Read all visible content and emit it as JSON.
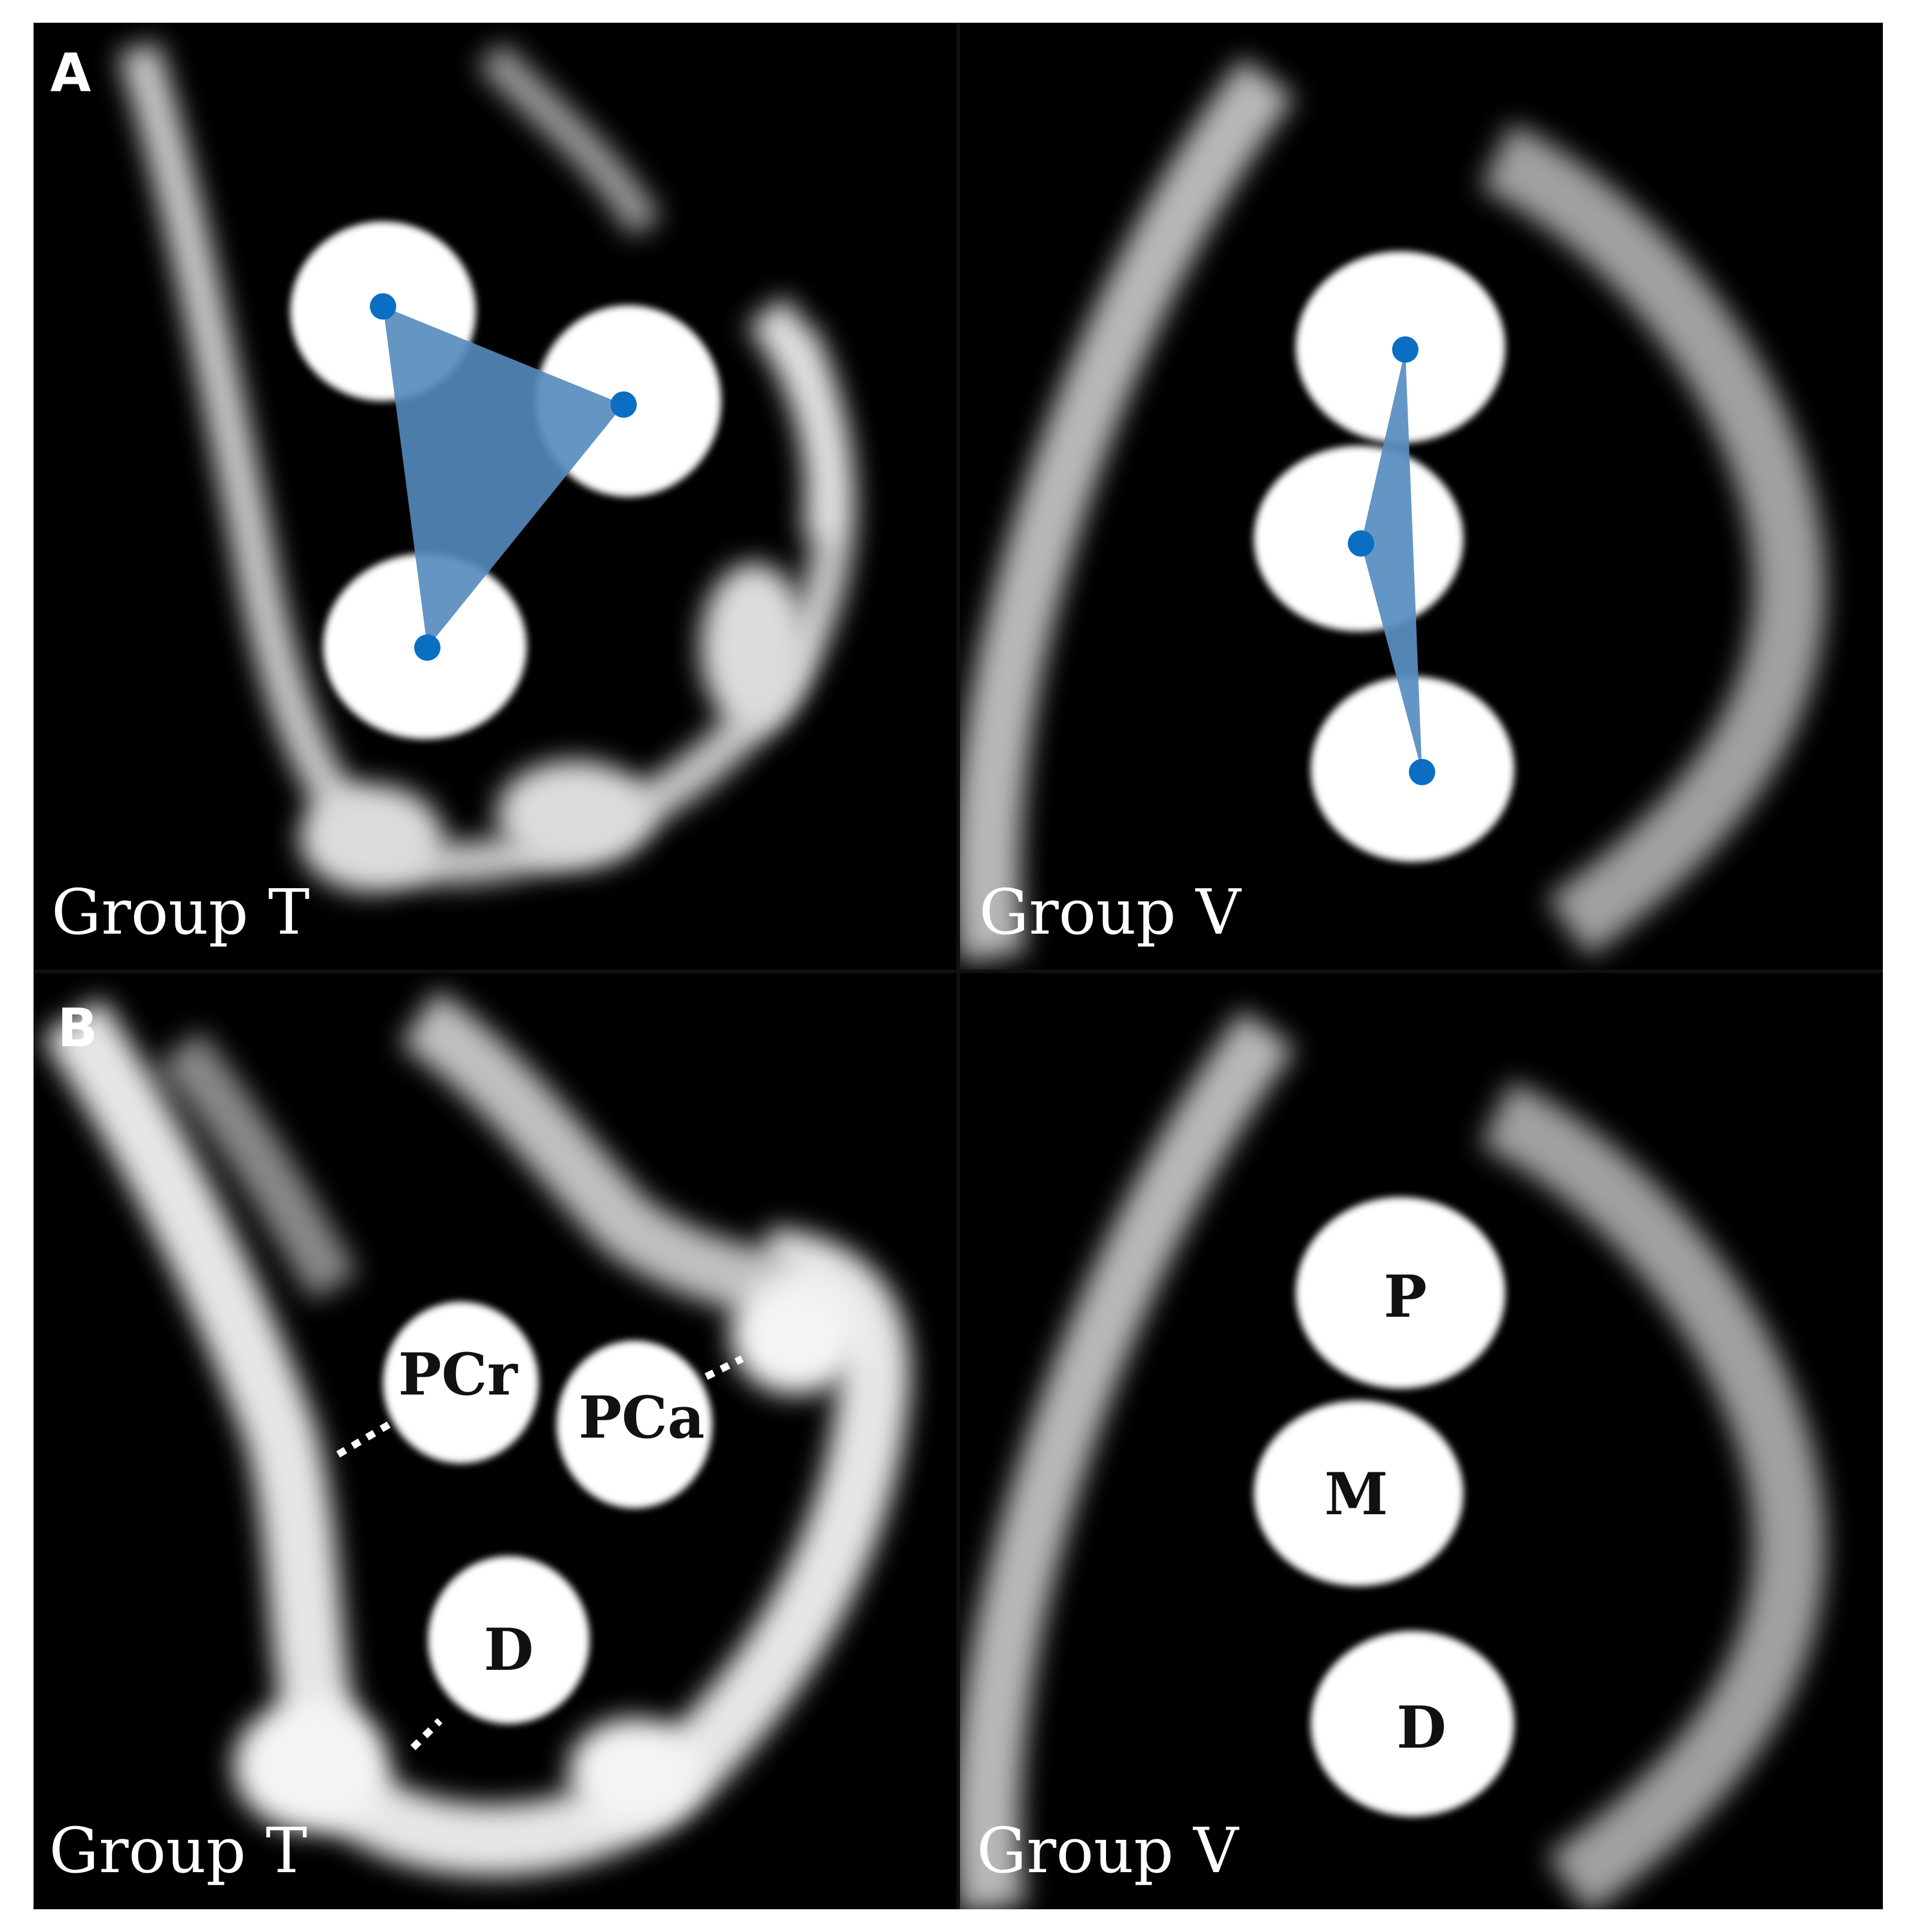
{
  "panels": {
    "top_left": {
      "letter": "A",
      "group": "Group T"
    },
    "top_right": {
      "group": "Group V"
    },
    "bottom_left": {
      "letter": "B",
      "group": "Group T"
    },
    "bottom_right": {
      "group": "Group V"
    }
  },
  "labels": {
    "t_cranial": "PCr",
    "t_caudal": "PCa",
    "t_distal": "D",
    "v_proximal": "P",
    "v_middle": "M",
    "v_distal": "D"
  },
  "colors": {
    "background": "#000000",
    "border": "#ffffff",
    "marker": "#0a6fc2",
    "triangle_fill": "#6fa8dc"
  }
}
